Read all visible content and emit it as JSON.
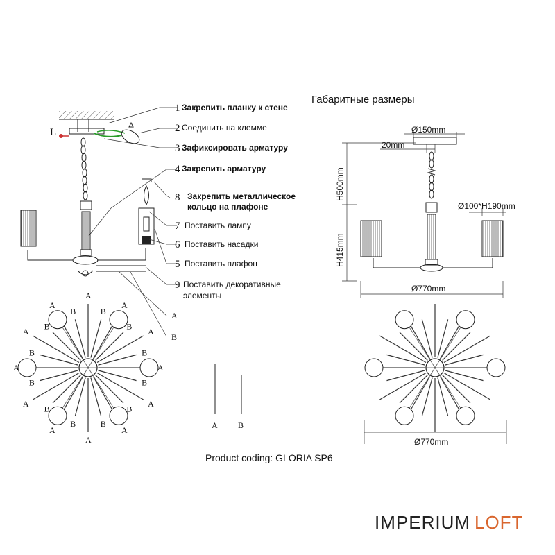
{
  "steps": [
    {
      "num": "1",
      "text": "Закрепить планку к стене"
    },
    {
      "num": "2",
      "text": "Соединить на клемме"
    },
    {
      "num": "3",
      "text": "Зафиксировать арматуру"
    },
    {
      "num": "4",
      "text": "Закрепить арматуру"
    },
    {
      "num": "8",
      "text": "Закрепить металлическое",
      "text2": "кольцо на плафоне"
    },
    {
      "num": "7",
      "text": "Поставить лампу"
    },
    {
      "num": "6",
      "text": "Поставить насадки"
    },
    {
      "num": "5",
      "text": "Поставить плафон"
    },
    {
      "num": "9",
      "text": "Поставить декоративные",
      "text2": "элементы"
    }
  ],
  "letters": {
    "a": "A",
    "b": "B",
    "l": "L"
  },
  "section_title": "Габаритные размеры",
  "dimensions": {
    "canopy": "Ø150mm",
    "offset": "20mm",
    "chain": "H500mm",
    "body": "H415mm",
    "shade": "Ø100*H190mm",
    "width_front": "Ø770mm",
    "width_top": "Ø770mm"
  },
  "product_coding": "Product coding: GLORIA SP6",
  "brand": {
    "part1": "IMPERIUM",
    "part2": "LOFT",
    "color_part1": "#222222",
    "color_part2": "#d9662e"
  }
}
